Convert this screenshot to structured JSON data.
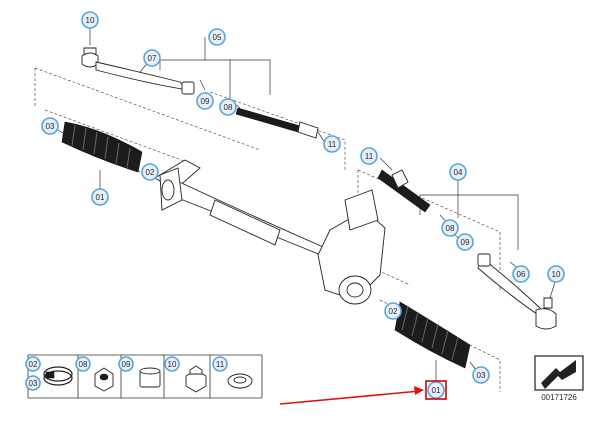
{
  "callouts": {
    "c10_top": "10",
    "c07": "07",
    "c05": "05",
    "c09_top": "09",
    "c08_top": "08",
    "c03_top": "03",
    "c02_top": "02",
    "c01_top": "01",
    "c11_top": "11",
    "c11_mid": "11",
    "c04": "04",
    "c08_mid": "08",
    "c09_mid": "09",
    "c06": "06",
    "c10_right": "10",
    "c02_bot": "02",
    "c01_bot": "01",
    "c03_bot": "03"
  },
  "legend": {
    "items": [
      {
        "top": "02",
        "bottom": "03"
      },
      {
        "top": "08"
      },
      {
        "top": "09"
      },
      {
        "top": "10"
      },
      {
        "top": "11"
      }
    ]
  },
  "catalog_number": "00171726",
  "highlight": {
    "target": "01",
    "arrow_color": "#e01010"
  }
}
